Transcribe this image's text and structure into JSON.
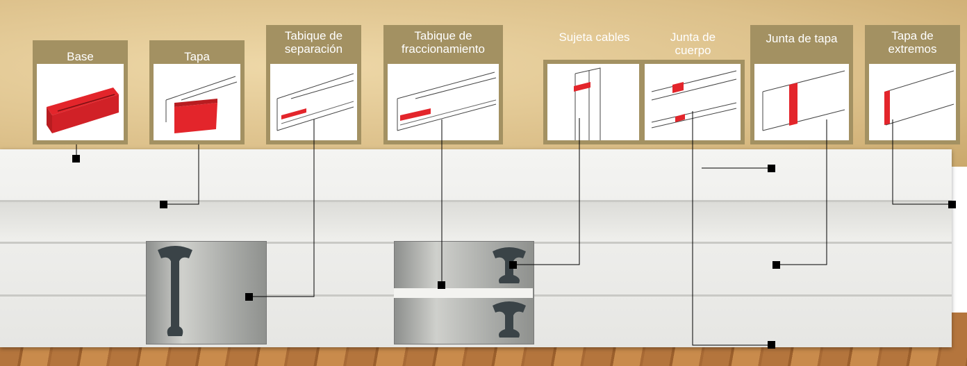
{
  "labels": {
    "base": "Base",
    "tapa": "Tapa",
    "tabique_separacion": [
      "Tabique de",
      "separación"
    ],
    "tabique_fraccionamiento": [
      "Tabique de",
      "fraccionamiento"
    ],
    "sujeta_cables": "Sujeta cables",
    "junta_cuerpo": [
      "Junta de",
      "cuerpo"
    ],
    "junta_tapa": "Junta de tapa",
    "tapa_extremos": [
      "Tapa de",
      "extremos"
    ]
  },
  "colors": {
    "card_bg": "#a39162",
    "highlight_red": "#e3252b",
    "label_text": "#ffffff",
    "marker": "#000000"
  },
  "icons": [
    "base-part-icon",
    "cover-part-icon",
    "separator-part-icon",
    "partition-part-icon",
    "cable-holder-part-icon",
    "body-joint-part-icon",
    "cover-joint-part-icon",
    "end-cap-part-icon"
  ]
}
